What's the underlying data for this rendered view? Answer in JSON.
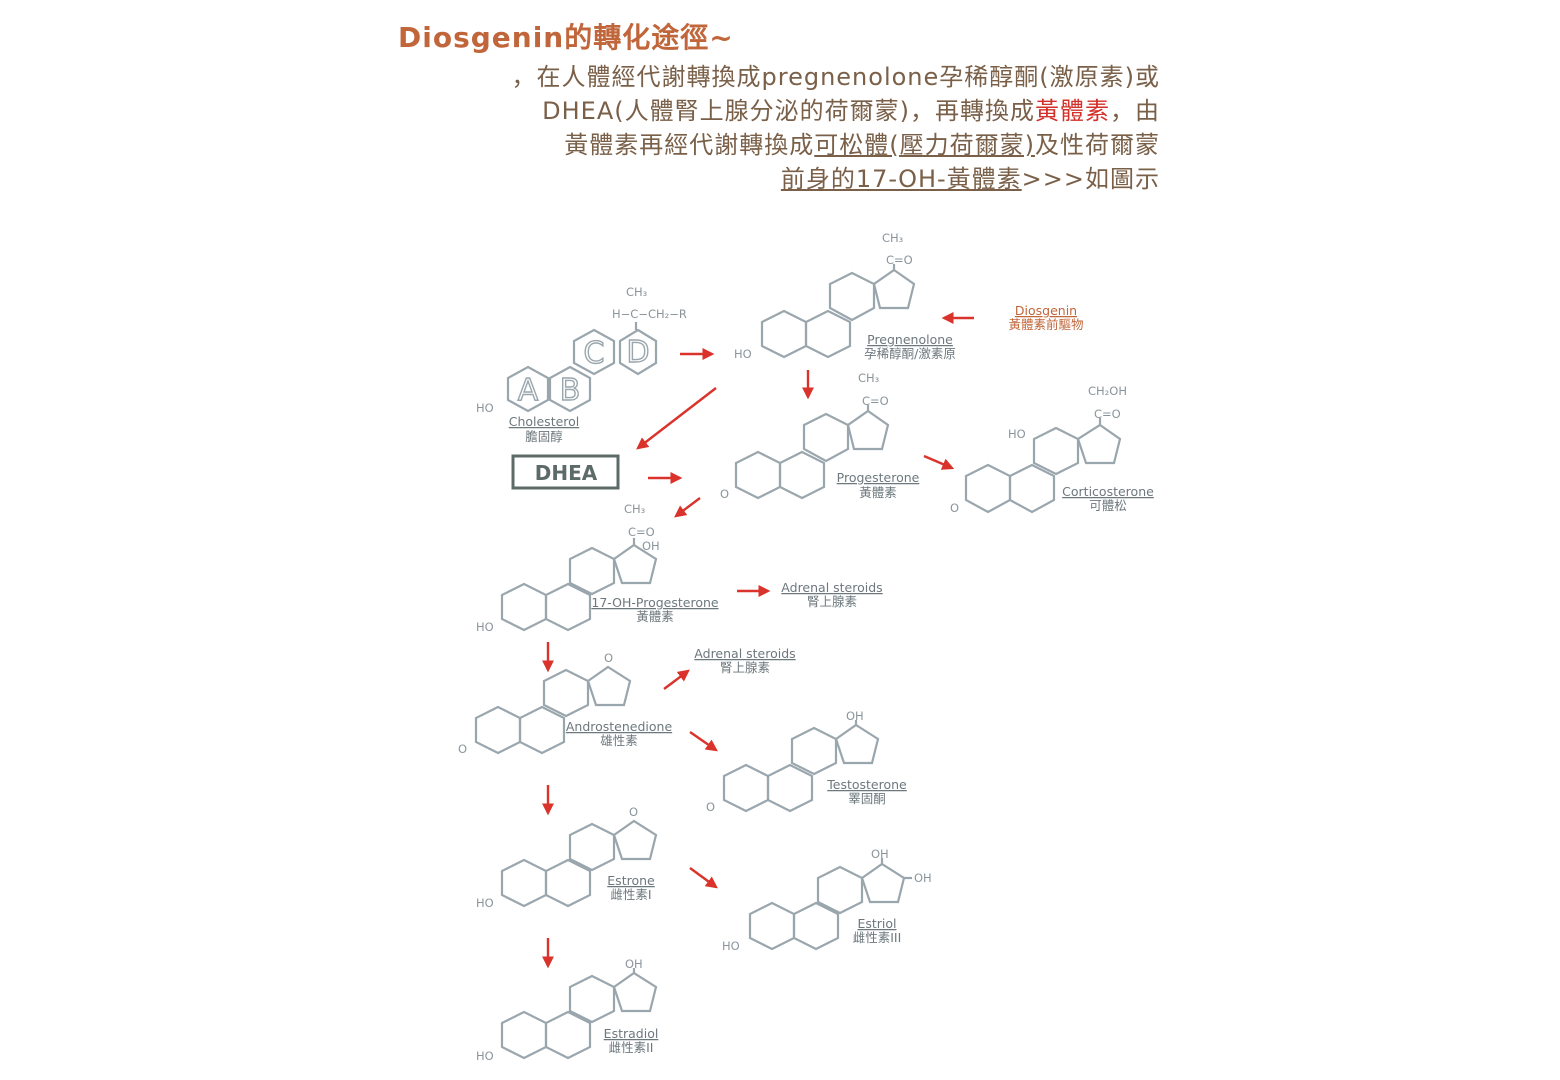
{
  "header": {
    "title": "Diosgenin的轉化途徑~",
    "line1": "，在人體經代謝轉換成pregnenolone孕稀醇酮(激原素)或",
    "line2a": "DHEA(人體腎上腺分泌的荷爾蒙)，再轉換成",
    "line2hl": "黃體素",
    "line2b": "，由",
    "line3a": "黃體素再經代謝轉換成",
    "line3ul": "可松體(壓力荷爾蒙)",
    "line3b": "及性荷爾蒙",
    "line4ul": "前身的17-OH-黃體素",
    "line4b": ">>>如圖示"
  },
  "colors": {
    "title": "#c0663a",
    "text": "#7a6048",
    "highlight": "#d4302a",
    "arrow": "#d9332b",
    "ring": "#9aa6ad"
  },
  "diagram": {
    "dhea": "DHEA",
    "cholesterol": {
      "en": "Cholesterol",
      "zh": "膽固醇",
      "rings": [
        "A",
        "B",
        "C",
        "D"
      ],
      "chain_top": "CH₃",
      "chain": "H−C−CH₂−R",
      "ho": "HO"
    },
    "pregnenolone": {
      "en": "Pregnenolone",
      "zh": "孕稀醇酮/激素原",
      "g1": "CH₃",
      "g2": "C=O",
      "ho": "HO"
    },
    "diosgenin": {
      "en": "Diosgenin",
      "zh": "黃體素前驅物"
    },
    "progesterone": {
      "en": "Progesterone",
      "zh": "黃體素",
      "g1": "CH₃",
      "g2": "C=O",
      "o": "O"
    },
    "corticosterone": {
      "en": "Corticosterone",
      "zh": "可體松",
      "g1": "CH₂OH",
      "g2": "C=O",
      "ho": "HO",
      "o": "O"
    },
    "ohprogesterone": {
      "en": "17-OH-Progesterone",
      "zh": "黃體素",
      "g1": "CH₃",
      "g2": "C=O",
      "g3": "OH",
      "ho": "HO"
    },
    "adrenal1": {
      "en": "Adrenal steroids",
      "zh": "腎上腺素"
    },
    "adrenal2": {
      "en": "Adrenal steroids",
      "zh": "腎上腺素"
    },
    "androstenedione": {
      "en": "Androstenedione",
      "zh": "雄性素",
      "top": "O",
      "o": "O"
    },
    "testosterone": {
      "en": "Testosterone",
      "zh": "睪固酮",
      "top": "OH",
      "o": "O"
    },
    "estrone": {
      "en": "Estrone",
      "zh": "雌性素I",
      "top": "O",
      "ho": "HO"
    },
    "estriol": {
      "en": "Estriol",
      "zh": "雌性素III",
      "top": "OH",
      "side": "OH",
      "ho": "HO"
    },
    "estradiol": {
      "en": "Estradiol",
      "zh": "雌性素II",
      "top": "OH",
      "ho": "HO"
    }
  }
}
